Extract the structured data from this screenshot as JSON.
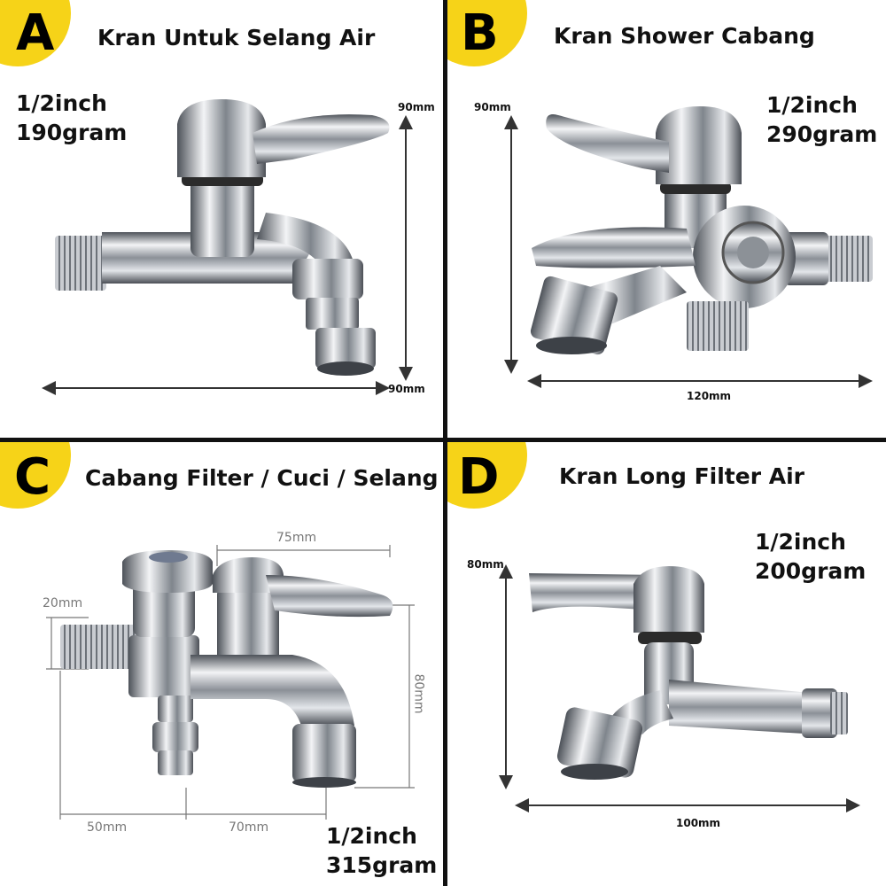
{
  "panels": {
    "a": {
      "letter": "A",
      "title": "Kran Untuk Selang Air",
      "size": "1/2inch",
      "weight": "190gram",
      "dim_height": "90mm",
      "dim_width": "90mm",
      "product_icon": "hose-faucet-photo"
    },
    "b": {
      "letter": "B",
      "title": "Kran Shower Cabang",
      "size": "1/2inch",
      "weight": "290gram",
      "dim_height": "90mm",
      "dim_width": "120mm",
      "product_icon": "branch-shower-faucet-photo"
    },
    "c": {
      "letter": "C",
      "title": "Cabang Filter / Cuci / Selang",
      "size": "1/2inch",
      "weight": "315gram",
      "dim_top": "75mm",
      "dim_side_left": "20mm",
      "dim_height": "80mm",
      "dim_bottom_left": "50mm",
      "dim_bottom_right": "70mm",
      "product_icon": "dual-branch-faucet-photo"
    },
    "d": {
      "letter": "D",
      "title": "Kran Long Filter Air",
      "size": "1/2inch",
      "weight": "200gram",
      "dim_height": "80mm",
      "dim_width": "100mm",
      "product_icon": "long-filter-faucet-photo"
    }
  },
  "colors": {
    "badge": "#f6d318",
    "divider": "#111111",
    "chrome_light": "#eef0f3",
    "chrome_dark": "#5f646b"
  }
}
